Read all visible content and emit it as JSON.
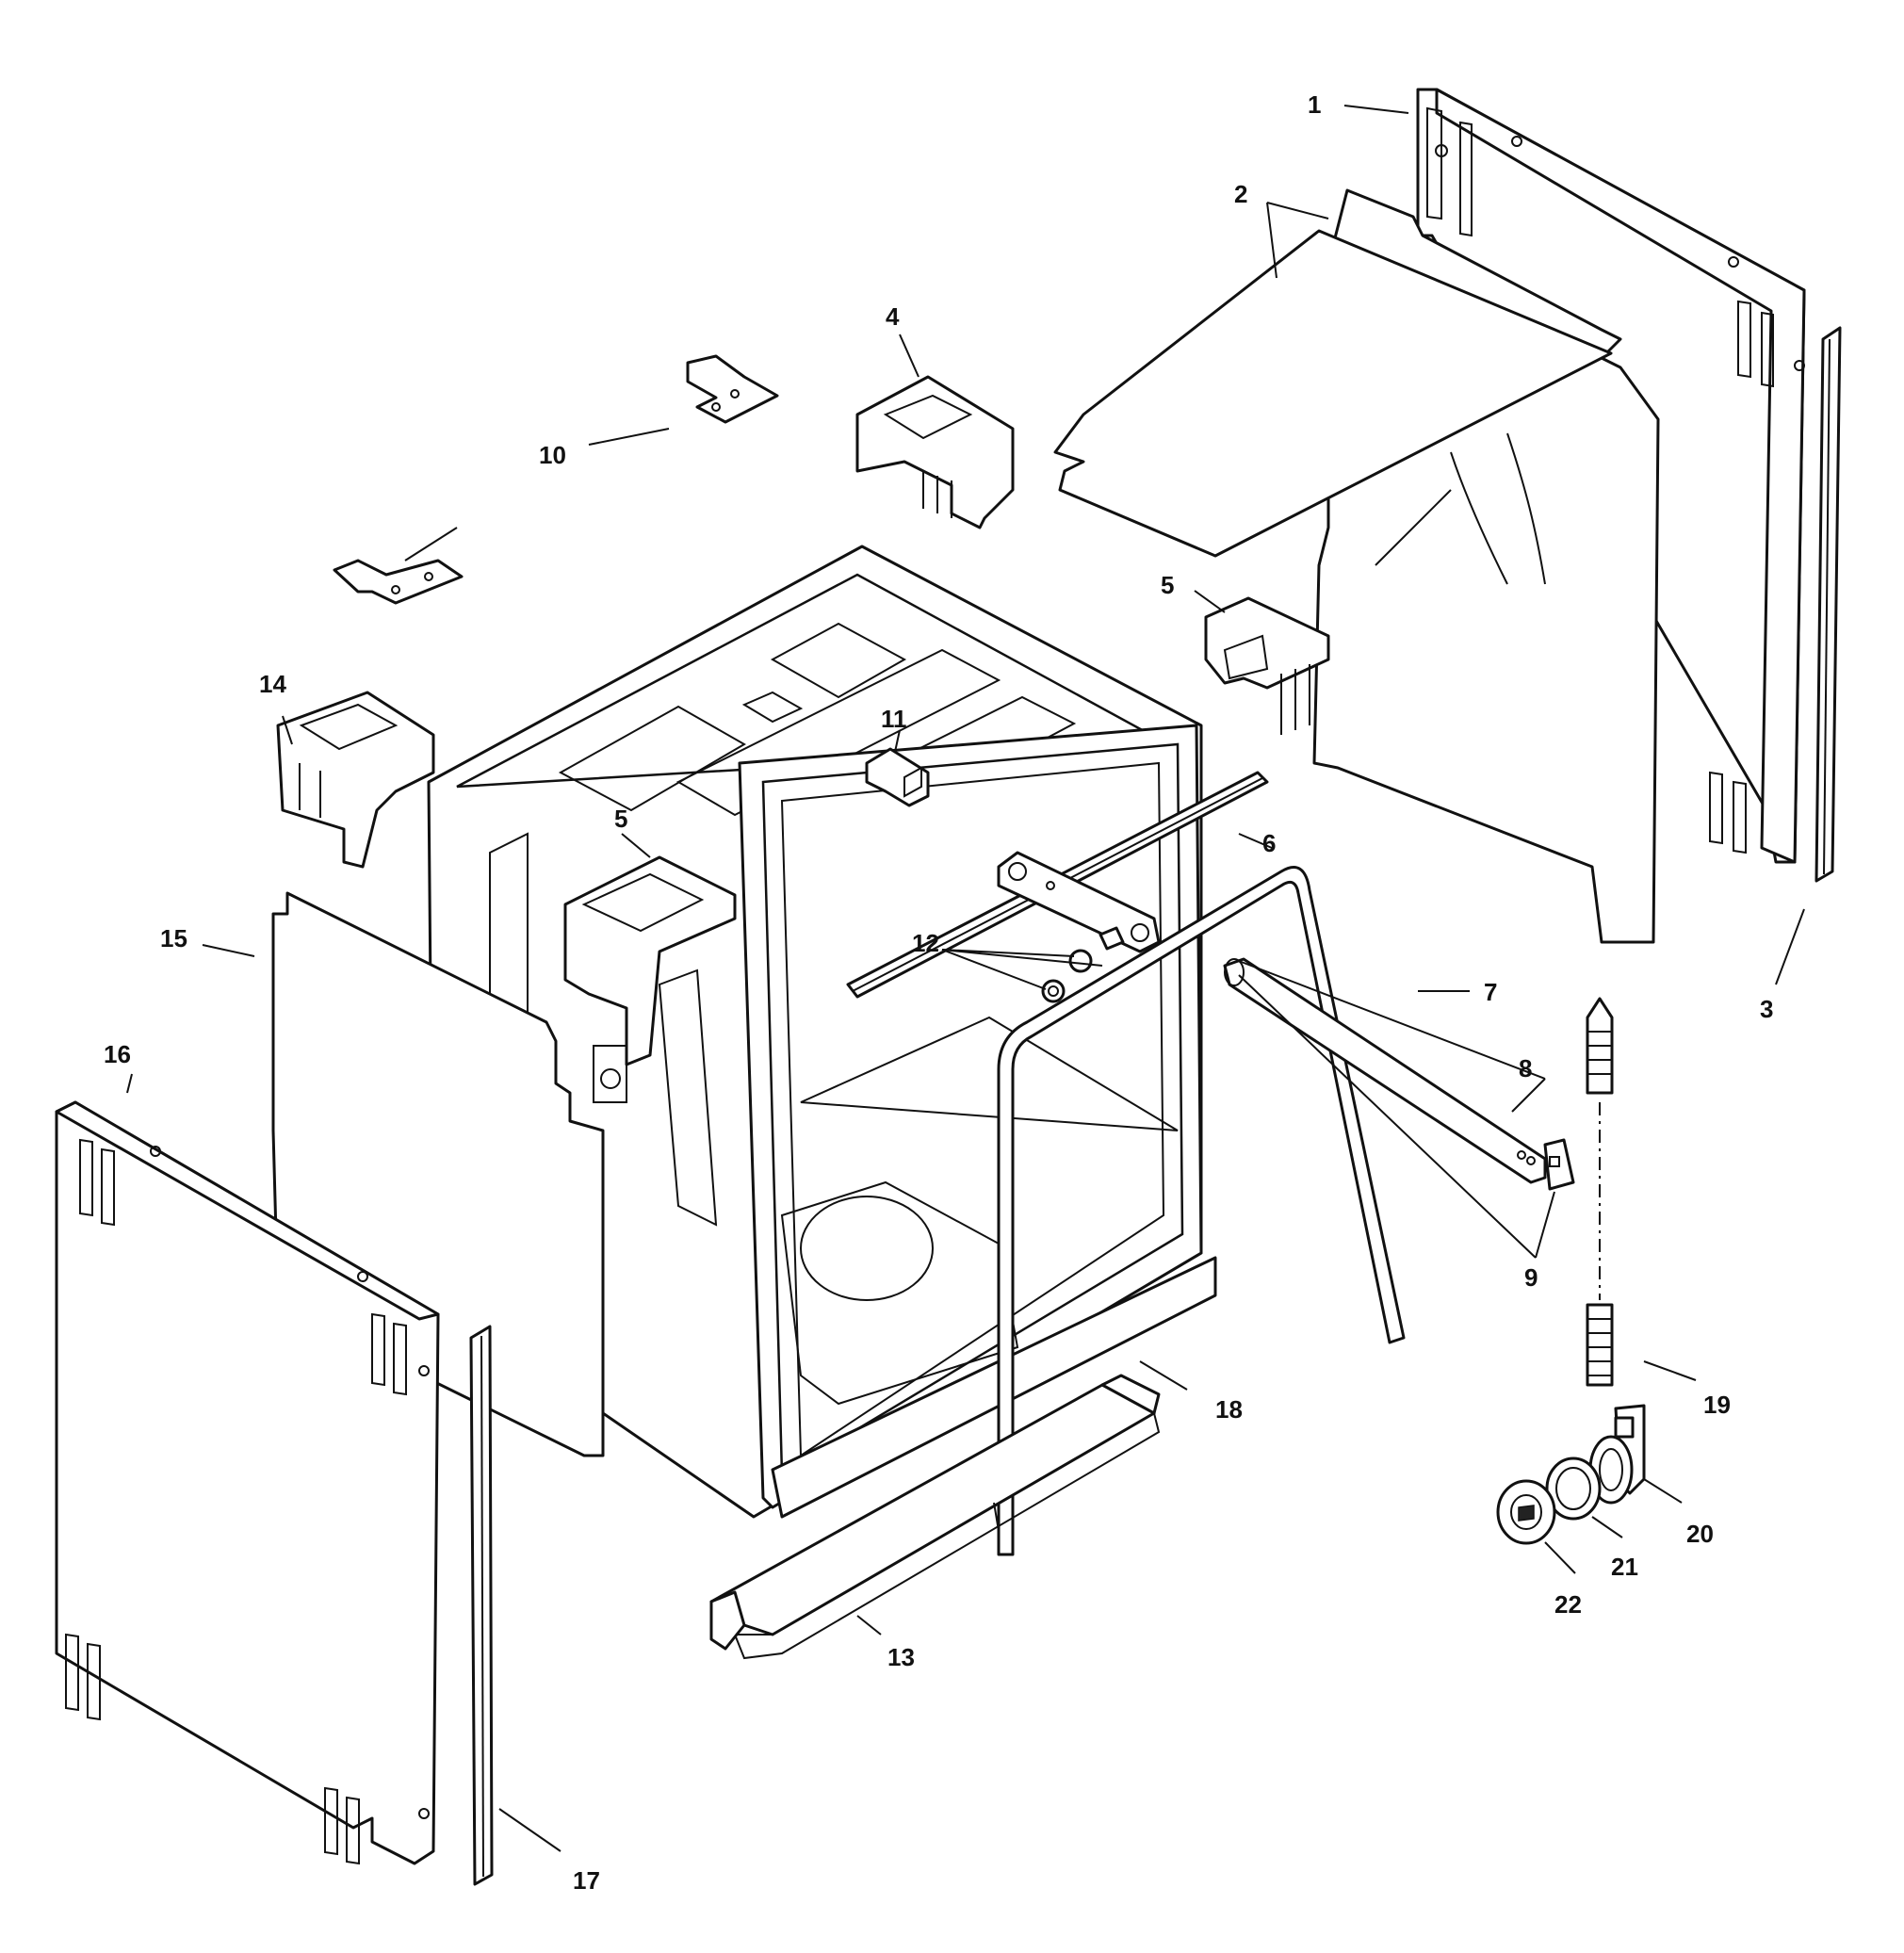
{
  "diagram": {
    "callouts": [
      {
        "id": "c1",
        "text": "1"
      },
      {
        "id": "c2",
        "text": "2"
      },
      {
        "id": "c3",
        "text": "3"
      },
      {
        "id": "c4",
        "text": "4"
      },
      {
        "id": "c5a",
        "text": "5"
      },
      {
        "id": "c5b",
        "text": "5"
      },
      {
        "id": "c6",
        "text": "6"
      },
      {
        "id": "c7",
        "text": "7"
      },
      {
        "id": "c8",
        "text": "8"
      },
      {
        "id": "c9",
        "text": "9"
      },
      {
        "id": "c10",
        "text": "10"
      },
      {
        "id": "c11",
        "text": "11"
      },
      {
        "id": "c12",
        "text": "12"
      },
      {
        "id": "c13",
        "text": "13"
      },
      {
        "id": "c14",
        "text": "14"
      },
      {
        "id": "c15",
        "text": "15"
      },
      {
        "id": "c16",
        "text": "16"
      },
      {
        "id": "c17",
        "text": "17"
      },
      {
        "id": "c18",
        "text": "18"
      },
      {
        "id": "c19",
        "text": "19"
      },
      {
        "id": "c20",
        "text": "20"
      },
      {
        "id": "c21",
        "text": "21"
      },
      {
        "id": "c22",
        "text": "22"
      }
    ]
  }
}
